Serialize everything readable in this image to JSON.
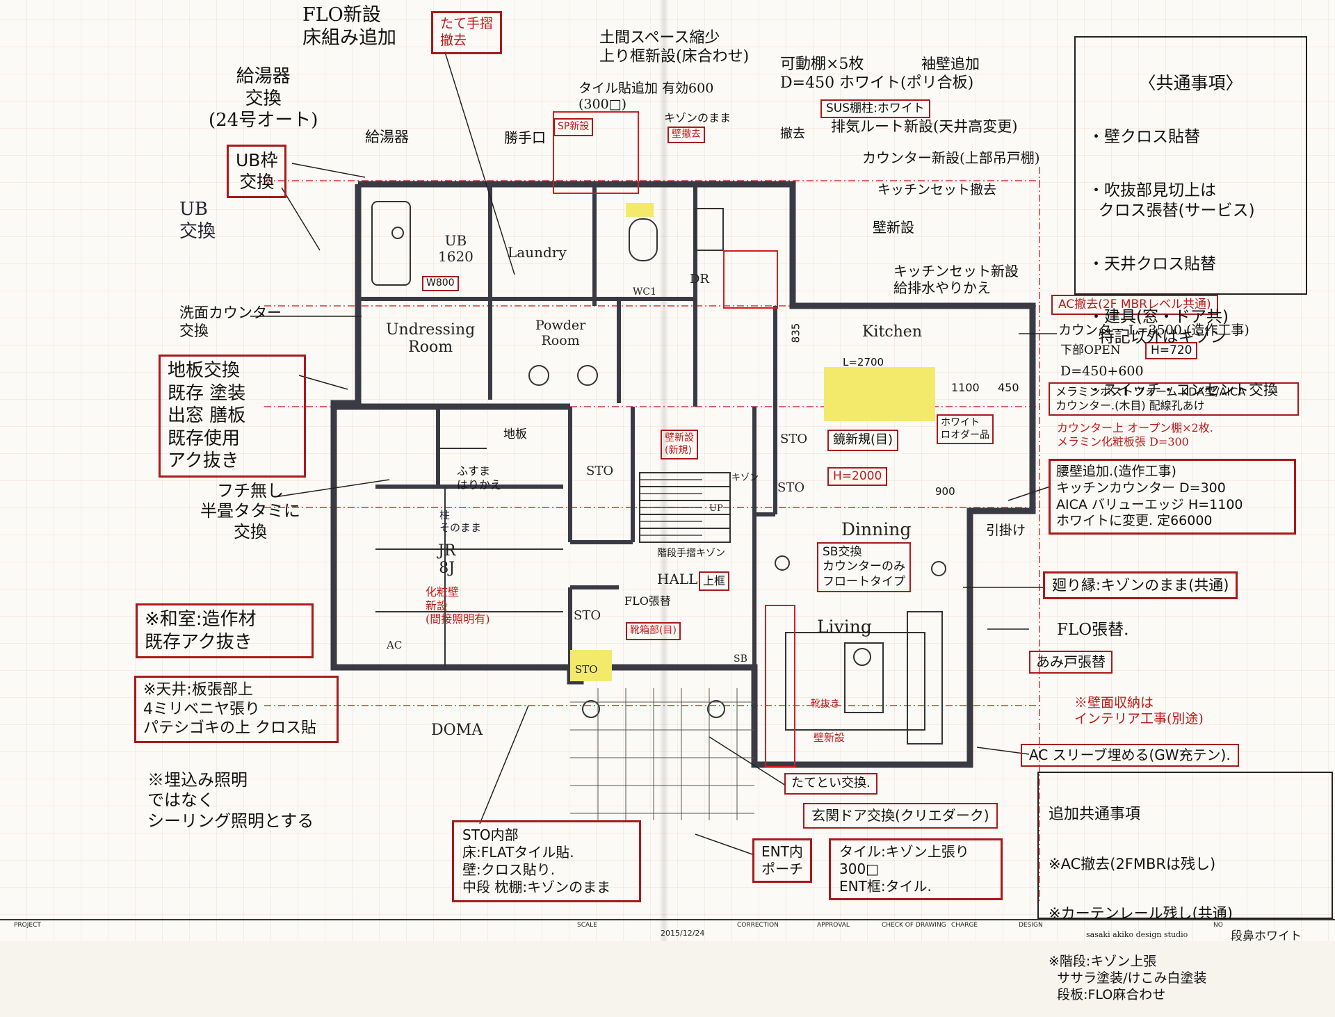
{
  "handwritten_notes": {
    "flo_new": "FLO新設\n床組み追加",
    "tatete_handrail": "たて手摺\n撤去",
    "doma_space": "土間スペース縮少\n上り框新設(床合わせ)",
    "tile_add": "タイル貼追加 有効600\n(300□)",
    "kidou_tana": "可動棚×5枚\nD=450 ホワイト(ポリ合板)",
    "sode_kabe": "袖壁追加",
    "sus_tana": "SUS棚柱:ホワイト",
    "kyuto_kokan": "給湯器\n交換\n(24号オート)",
    "kyutoki": "給湯器",
    "ub_waku": "UB枠\n交換",
    "ub_kokan": "UB\n交換",
    "katte": "勝手口",
    "kizon_mama": "キゾンのまま",
    "tesage_kanten": "撤去",
    "haiki_route": "排気ルート新設(天井高変更)",
    "counter_new": "カウンター新設(上部吊戸棚)",
    "kitchen_set_remove": "キッチンセット撤去",
    "kabe_new": "壁新設",
    "kitchen_set_new": "キッチンセット新設\n給排水やりかえ",
    "senmen_counter": "洗面カウンター\n交換",
    "jiita": "地板交換\n既存 塗装\n出窓 膳板\n既存使用\nアク抜き",
    "fuchi_nashi": "フチ無し\n半畳タタミに\n交換",
    "washitsu": "※和室:造作材\n既存アク抜き",
    "tenjo_ita": "※天井:板張部上\n4ミリベニヤ張り\nパテシゴキの上 クロス貼",
    "umekomi": "※埋込み照明\nではなく\nシーリング照明とする",
    "sto_naibu": "STO内部\n床:FLATタイル貼.\n壁:クロス貼り.\n中段 枕棚:キゾンのまま",
    "ent_porch": "ENT内\nポーチ",
    "ent_tile": "タイル:キゾン上張り\n300□\nENT框:タイル.",
    "genkan_door": "玄関ドア交換(クリエダーク)",
    "tatedoi": "たてとい交換.",
    "ac_sleeve": "AC スリーブ埋める(GW充テン).",
    "amido": "あみ戸張替",
    "flo_haritae": "FLO張替.",
    "mawaribuchi": "廻り縁:キゾンのまま(共通)",
    "koshikabe": "腰壁追加.(造作工事)\nキッチンカウンター D=300\nAICA バリューエッジ H=1100\nホワイトに変更. 定66000",
    "hikikake": "引掛け",
    "melamine": "メラミンポストフォーム KDA型/AICA\nカウンター.(木目) 配線孔あけ",
    "open_tana": "カウンター上 オープン棚×2枚.\nメラミン化粧板張 D=300",
    "counter_l": "カウンター L=3500.(造作工事)",
    "kabu_open": "下部OPEN",
    "h720": "H=720",
    "d450": "D=450+600",
    "ac_remove": "AC撤去(2F MBRレベル共通)",
    "hekimen": "※壁面収納は\nインテリア工事(別途)",
    "sb_kokan": "SB交換\nカウンターのみ\nフロートタイプ",
    "chair_rail": "階段手摺キゾン",
    "fusuma": "ふすま\nはりかえ",
    "hashira": "柱\nそのまま",
    "keshou_kabe": "化粧壁\n新設\n(間接照明有)",
    "kutsu_nuki": "靴抜き",
    "jiban": "地板",
    "kagami": "鏡新規(目)",
    "h2000": "H=2000",
    "kabe_tsukuri": "壁新設",
    "hotsume": "ホワイト\nロオダー品",
    "shinsetsu_kizon": "キゾン",
    "flo_hari": "FLO張替",
    "kutsu_bako": "靴箱部(目)",
    "kabe_shinsetsu2": "壁新設\n(新規)",
    "taparu": "上框",
    "sp_note": "SP新設",
    "wall_new_red": "壁撤去"
  },
  "common_items": {
    "title": "〈共通事項〉",
    "items": [
      "・壁クロス貼替",
      "・吹抜部見切上は\n  クロス張替(サービス)",
      "・天井クロス貼替",
      "・建具(窓・ドア共)\n  特記以外はキゾン",
      "・スイッチ・コンセント交換"
    ]
  },
  "add_common": {
    "title": "追加共通事項",
    "items": [
      "※AC撤去(2FMBRは残し)",
      "※カーテンレール残し(共通)",
      "※階段:キゾン上張\n  ササラ塗装/けこみ白塗装\n  段板:FLO麻合わせ"
    ]
  },
  "rooms": {
    "ub": "UB\n1620",
    "laundry": "Laundry",
    "undressing": "Undressing\nRoom",
    "powder": "Powder\nRoom",
    "wc": "WC1",
    "kitchen": "Kitchen",
    "jr": "JR\n8J",
    "hall": "HALL",
    "dinning": "Dinning",
    "living": "Living",
    "doma": "DOMA",
    "sto1": "STO",
    "sto2": "STO",
    "sto3": "STO",
    "sto4": "STO",
    "sto5": "STO",
    "dr": "DR",
    "up": "UP",
    "sb": "SB",
    "ac": "AC"
  },
  "dimensions": {
    "n800": "W800",
    "d835": "835",
    "l2700": "L=2700",
    "d1100": "1100",
    "d450": "450",
    "d900": "900"
  },
  "title_block": {
    "project": "PROJECT",
    "scale": "SCALE",
    "date": "2015/12/24",
    "correction": "CORRECTION",
    "approval": "APPROVAL",
    "check": "CHECK OF DRAWING",
    "charge": "CHARGE",
    "design": "DESIGN",
    "studio": "sasaki akiko design studio",
    "no": "NO",
    "sheet_title": "段鼻ホワイト"
  },
  "colors": {
    "ink": "#111111",
    "red_ink": "#c01818",
    "box_red": "#a81a1a",
    "highlight": "#f3ea6c",
    "wall": "#3a3a44"
  }
}
